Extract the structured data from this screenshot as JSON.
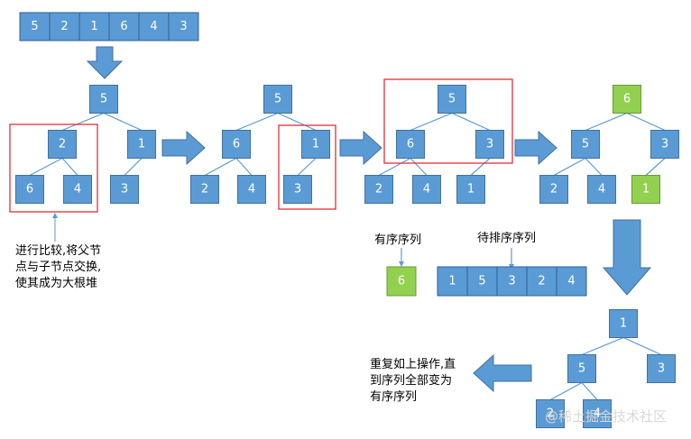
{
  "input_array": [
    "5",
    "2",
    "1",
    "6",
    "4",
    "3"
  ],
  "tree1": {
    "root": "5",
    "left": "2",
    "right": "1",
    "left_left": "6",
    "left_right": "4",
    "right_left": "3"
  },
  "tree2": {
    "root": "5",
    "left": "6",
    "right": "1",
    "left_left": "2",
    "left_right": "4",
    "right_left": "3"
  },
  "tree3": {
    "root": "5",
    "left": "6",
    "right": "3",
    "left_left": "2",
    "left_right": "4",
    "right_left": "1"
  },
  "tree4": {
    "root": "6",
    "left": "5",
    "right": "3",
    "left_left": "2",
    "left_right": "4",
    "right_left": "1"
  },
  "tree5": {
    "root": "1",
    "left": "5",
    "right": "3",
    "left_left": "2",
    "left_right": "4"
  },
  "note_compare": [
    "进行比较,将父节",
    "点与子节点交换,",
    "使其成为大根堆"
  ],
  "label_sorted": "有序序列",
  "label_unsorted": "待排序序列",
  "sorted_value": "6",
  "unsorted_array": [
    "1",
    "5",
    "3",
    "2",
    "4"
  ],
  "note_repeat": [
    "重复如上操作,直",
    "到序列全部变为",
    "有序序列"
  ],
  "watermark": "@稀土掘金技术社区",
  "colors": {
    "node_fill": "#5b9bd5",
    "node_stroke": "#41719c",
    "node_highlight": "#92d050",
    "arrow_fill": "#5b9bd5",
    "highlight_box": "#e8453c",
    "edge": "#5b9bd5"
  }
}
